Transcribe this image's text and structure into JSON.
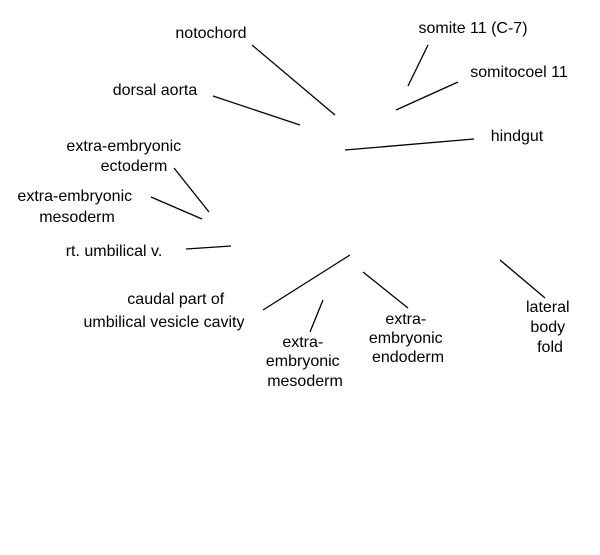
{
  "labels": {
    "notochord": "notochord",
    "somite": "somite 11 (C-7)",
    "somitocoel": "somitocoel 11",
    "dorsal_aorta": "dorsal aorta",
    "hindgut": "hindgut",
    "ee_ectoderm": [
      "extra-embryonic",
      "ectoderm"
    ],
    "ee_mesoderm_left": [
      "extra-embryonic",
      "mesoderm"
    ],
    "umbilical_vein": "rt. umbilical v.",
    "caudal_part": [
      "caudal part of",
      "umbilical vesicle cavity"
    ],
    "ee_mesoderm_bottom": [
      "extra-",
      "embryonic",
      "mesoderm"
    ],
    "ee_endoderm": [
      "extra-",
      "embryonic",
      "endoderm"
    ],
    "lateral_body_fold": [
      "lateral",
      "body",
      "fold"
    ]
  }
}
